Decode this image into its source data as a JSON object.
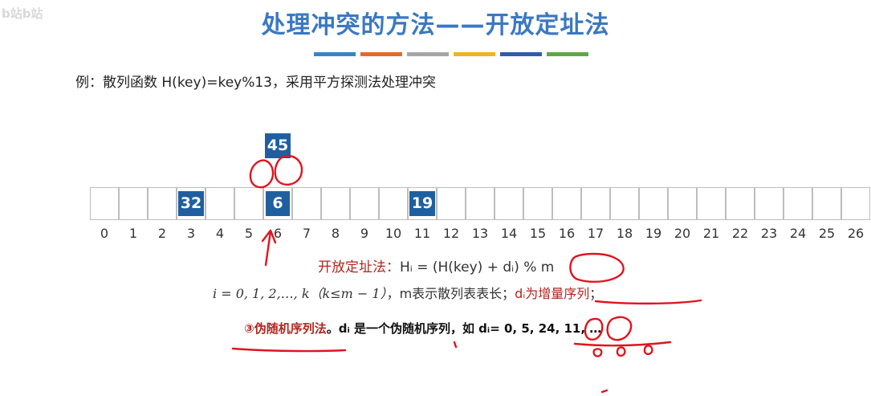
{
  "watermark": "b站b站",
  "title": "处理冲突的方法——开放定址法",
  "title_bars": [
    "#3b82c4",
    "#e26b2b",
    "#a6a6a6",
    "#f0b323",
    "#2f5da8",
    "#5ea844"
  ],
  "example": "例：散列函数 H(key)=key%13，采用平方探测法处理冲突",
  "table": {
    "indices": [
      "0",
      "1",
      "2",
      "3",
      "4",
      "5",
      "6",
      "7",
      "8",
      "9",
      "10",
      "11",
      "12",
      "13",
      "14",
      "15",
      "16",
      "17",
      "18",
      "19",
      "20",
      "21",
      "22",
      "23",
      "24",
      "25",
      "26"
    ],
    "keys": [
      {
        "value": "32",
        "slot": 3
      },
      {
        "value": "6",
        "slot": 6
      },
      {
        "value": "19",
        "slot": 11
      },
      {
        "value": "45",
        "slot": 6
      }
    ]
  },
  "formula": {
    "label": "开放定址法：",
    "expr": "Hᵢ = (H(key) + dᵢ) % m"
  },
  "definition": {
    "part1": "i = 0, 1, 2,…, k（k≤m − 1）",
    "part2": "，m表示散列表表长；",
    "part3": "dᵢ为增量序列",
    "part4": "；"
  },
  "random_method": {
    "label": "③伪随机序列法",
    "text": "。dᵢ 是一个伪随机序列，如 dᵢ= 0, 5, 24, 11, …"
  },
  "ink_color": "#e0141e"
}
